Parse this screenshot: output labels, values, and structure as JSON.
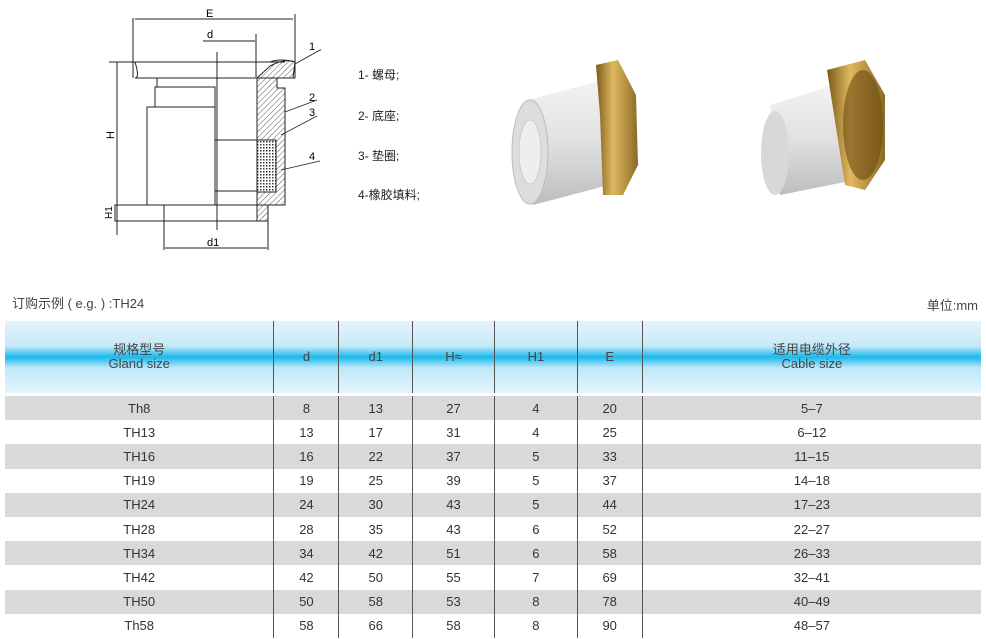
{
  "drawing": {
    "dim_labels": {
      "E": "E",
      "d": "d",
      "H": "H",
      "H1": "H1",
      "d1": "d1"
    },
    "callouts": [
      "1",
      "2",
      "3",
      "4"
    ],
    "legend": [
      "1- 螺母;",
      "2- 底座;",
      "3- 垫圈;",
      "4-橡胶填料;"
    ]
  },
  "order_example": "订购示例 ( e.g. ) :TH24",
  "unit": "单位:mm",
  "table": {
    "headers": [
      {
        "cn": "规格型号",
        "en": "Gland size"
      },
      {
        "cn": "",
        "en": "d"
      },
      {
        "cn": "",
        "en": "d1"
      },
      {
        "cn": "",
        "en": "H≈"
      },
      {
        "cn": "",
        "en": "H1"
      },
      {
        "cn": "",
        "en": "E"
      },
      {
        "cn": "适用电缆外径",
        "en": "Cable size"
      }
    ],
    "rows": [
      [
        "Th8",
        "8",
        "13",
        "27",
        "4",
        "20",
        "5–7"
      ],
      [
        "TH13",
        "13",
        "17",
        "31",
        "4",
        "25",
        "6–12"
      ],
      [
        "TH16",
        "16",
        "22",
        "37",
        "5",
        "33",
        "11–15"
      ],
      [
        "TH19",
        "19",
        "25",
        "39",
        "5",
        "37",
        "14–18"
      ],
      [
        "TH24",
        "24",
        "30",
        "43",
        "5",
        "44",
        "17–23"
      ],
      [
        "TH28",
        "28",
        "35",
        "43",
        "6",
        "52",
        "22–27"
      ],
      [
        "TH34",
        "34",
        "42",
        "51",
        "6",
        "58",
        "26–33"
      ],
      [
        "TH42",
        "42",
        "50",
        "55",
        "7",
        "69",
        "32–41"
      ],
      [
        "TH50",
        "50",
        "58",
        "53",
        "8",
        "78",
        "40–49"
      ],
      [
        "Th58",
        "58",
        "66",
        "58",
        "8",
        "90",
        "48–57"
      ]
    ]
  },
  "colors": {
    "header_accent": "#19b9ee",
    "row_gray": "#d9d9d9"
  }
}
